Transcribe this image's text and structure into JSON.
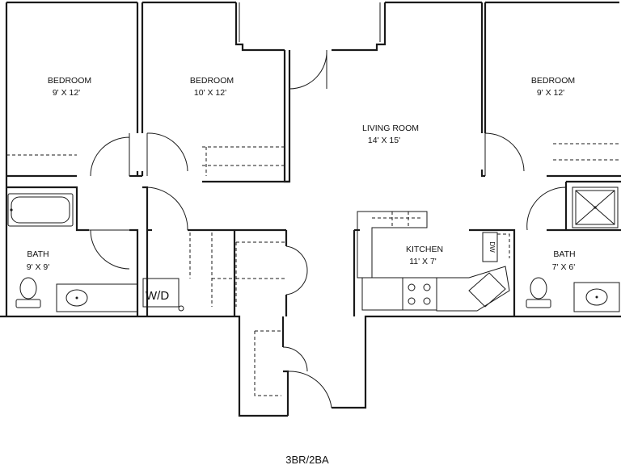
{
  "rooms": [
    {
      "name": "BEDROOM",
      "size": "9' X 12'"
    },
    {
      "name": "BEDROOM",
      "size": "10' X 12'"
    },
    {
      "name": "LIVING ROOM",
      "size": "14' X 15'"
    },
    {
      "name": "BEDROOM",
      "size": "9' X 12'"
    },
    {
      "name": "BATH",
      "size": "9' X 9'"
    },
    {
      "name": "KITCHEN",
      "size": "11' X 7'"
    },
    {
      "name": "BATH",
      "size": "7' X 6'"
    }
  ],
  "fixtures": {
    "washer_dryer": "W/D",
    "dishwasher": "DW"
  },
  "plan_title": "3BR/2BA"
}
